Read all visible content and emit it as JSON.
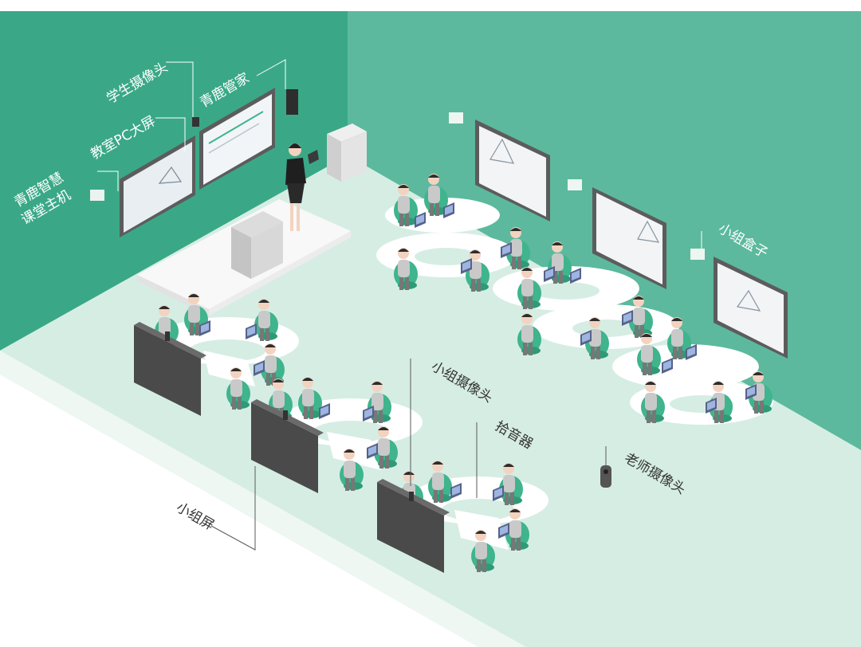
{
  "labels": {
    "host_line1": "青鹿智慧",
    "host_line2": "课堂主机",
    "classroom_pc_screen": "教室PC大屏",
    "student_camera": "学生摄像头",
    "qinglu_steward": "青鹿管家",
    "group_box": "小组盒子",
    "group_camera": "小组摄像头",
    "sound_pickup": "拾音器",
    "teacher_camera": "老师摄像头",
    "group_screen": "小组屏"
  },
  "colors": {
    "wall_left": "#3aa887",
    "wall_right": "#5cb99d",
    "floor": "#d6ede4",
    "seat": "#3fb48d",
    "table": "#ffffff",
    "screen_frame": "#5c5c5c",
    "label_text_light": "#ffffff",
    "label_text_dark": "#333333"
  }
}
